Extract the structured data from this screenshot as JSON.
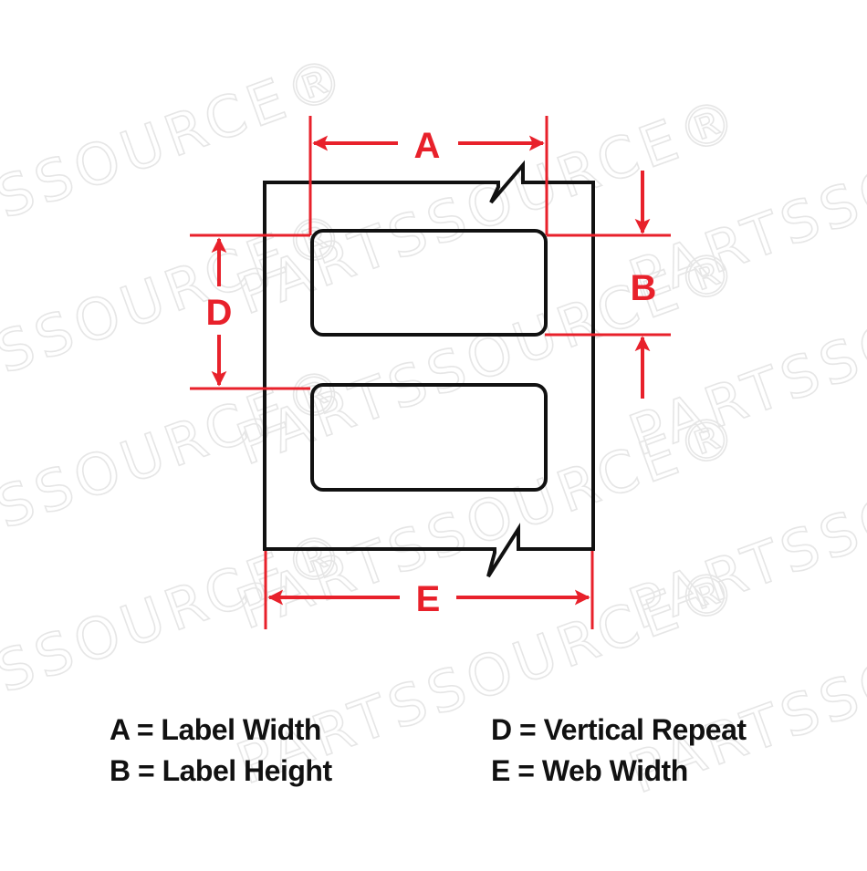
{
  "colors": {
    "dimension_red": "#e8212b",
    "outline_black": "#111111",
    "watermark_gray": "#e6e6e6",
    "background": "#ffffff"
  },
  "watermark": {
    "text": "PARTSSOURCE®"
  },
  "dimensions": {
    "A": {
      "letter": "A"
    },
    "B": {
      "letter": "B"
    },
    "D": {
      "letter": "D"
    },
    "E": {
      "letter": "E"
    }
  },
  "legend": {
    "items": [
      {
        "text": "A = Label Width"
      },
      {
        "text": "B = Label Height"
      },
      {
        "text": "D = Vertical Repeat"
      },
      {
        "text": "E = Web Width"
      }
    ]
  }
}
